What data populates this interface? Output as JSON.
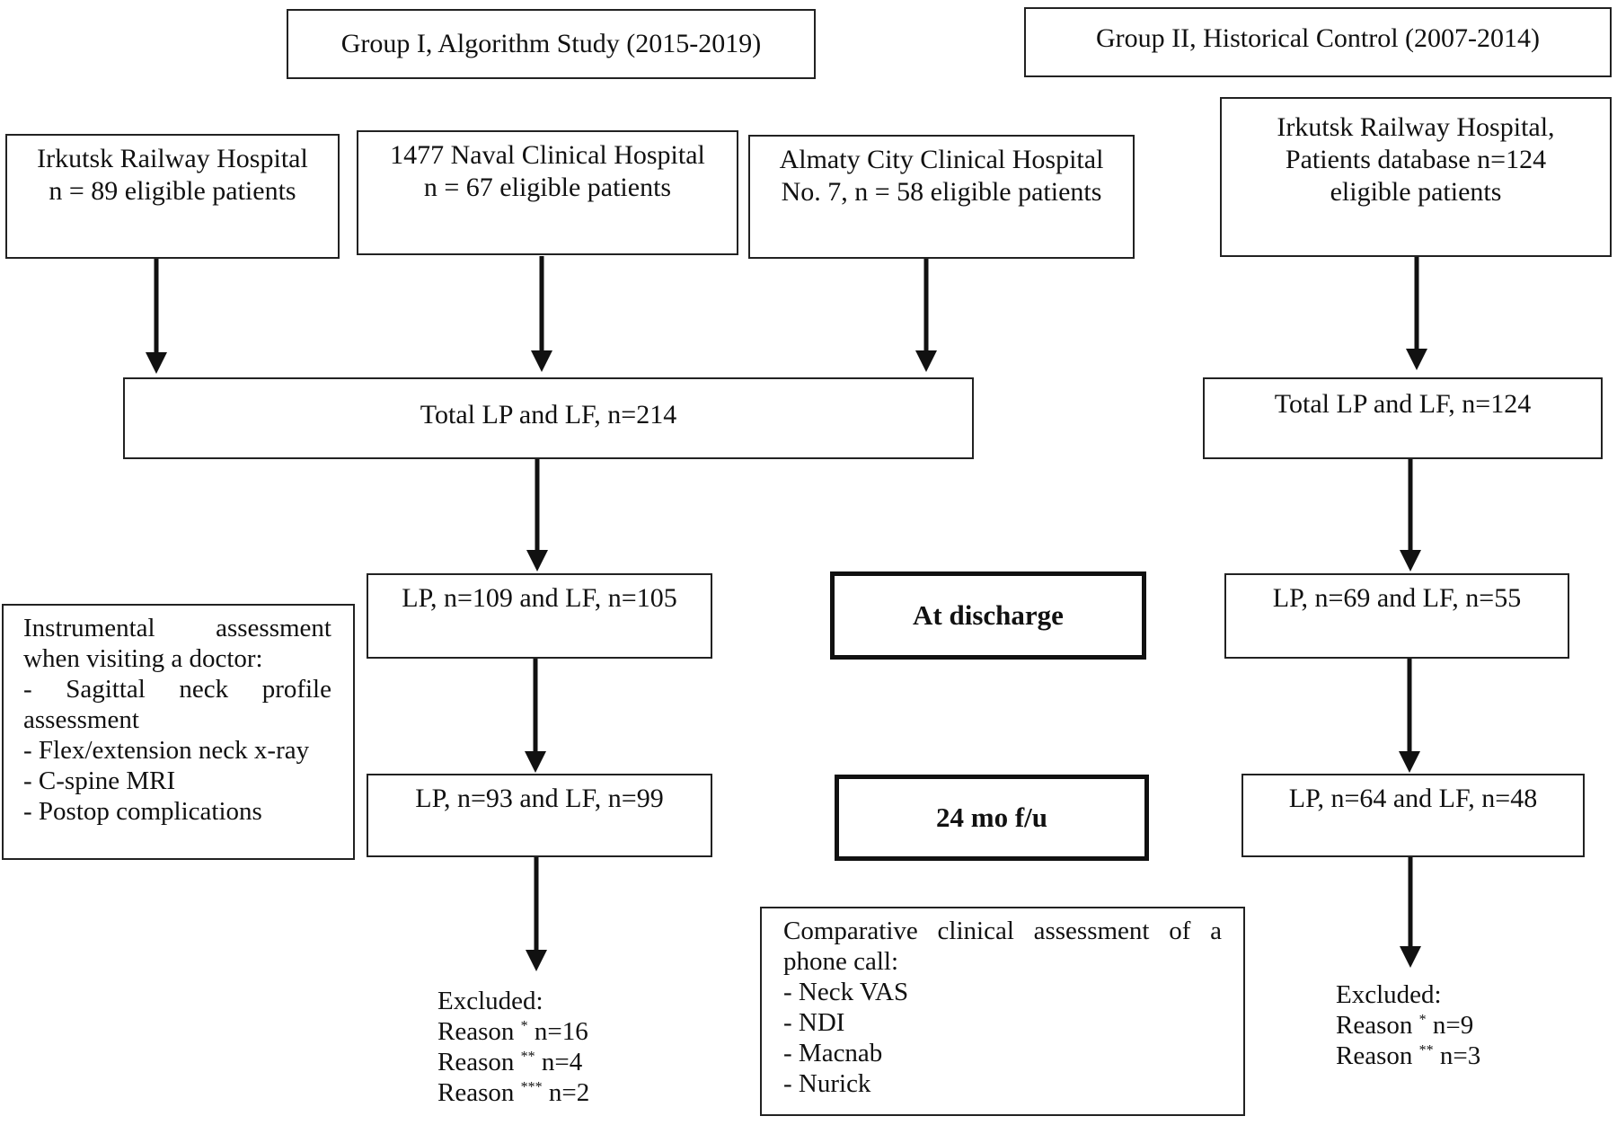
{
  "groups": {
    "group1_title": "Group I, Algorithm Study (2015-2019)",
    "group2_title": "Group II, Historical Control (2007-2014)"
  },
  "sources": {
    "irkutsk": [
      "Irkutsk Railway Hospital",
      "n = 89 eligible patients"
    ],
    "naval": [
      "1477 Naval Clinical Hospital",
      "n = 67 eligible patients"
    ],
    "almaty": [
      "Almaty City Clinical Hospital",
      "No. 7, n = 58 eligible patients"
    ],
    "irkutsk_db": [
      "Irkutsk Railway Hospital,",
      "Patients database n=124",
      "eligible patients"
    ]
  },
  "totals": {
    "group1": "Total LP and LF, n=214",
    "group2": "Total LP and LF, n=124"
  },
  "discharge": {
    "group1": "LP, n=109 and LF, n=105",
    "label": "At discharge",
    "group2": "LP, n=69 and LF, n=55"
  },
  "followup": {
    "group1": "LP, n=93 and LF, n=99",
    "label": "24 mo f/u",
    "group2": "LP, n=64 and LF, n=48"
  },
  "instrumental": {
    "heading_line1": "Instrumental assessment",
    "heading_line2": "when visiting a doctor:",
    "items": [
      "- Sagittal neck profile",
      "assessment",
      "- Flex/extension neck x-ray",
      "- C-spine MRI",
      "- Postop complications"
    ]
  },
  "comparative": {
    "heading_line1": "Comparative clinical assessment of a",
    "heading_line2": "phone call:",
    "items": [
      "- Neck VAS",
      "- NDI",
      "- Macnab",
      "- Nurick"
    ]
  },
  "excluded_group1": {
    "title": "Excluded:",
    "rows": [
      {
        "label": "Reason",
        "mark": "*",
        "value": "n=16"
      },
      {
        "label": "Reason",
        "mark": "**",
        "value": "n=4"
      },
      {
        "label": "Reason",
        "mark": "***",
        "value": "n=2"
      }
    ]
  },
  "excluded_group2": {
    "title": "Excluded:",
    "rows": [
      {
        "label": "Reason",
        "mark": "*",
        "value": "n=9"
      },
      {
        "label": "Reason",
        "mark": "**",
        "value": "n=3"
      }
    ]
  }
}
